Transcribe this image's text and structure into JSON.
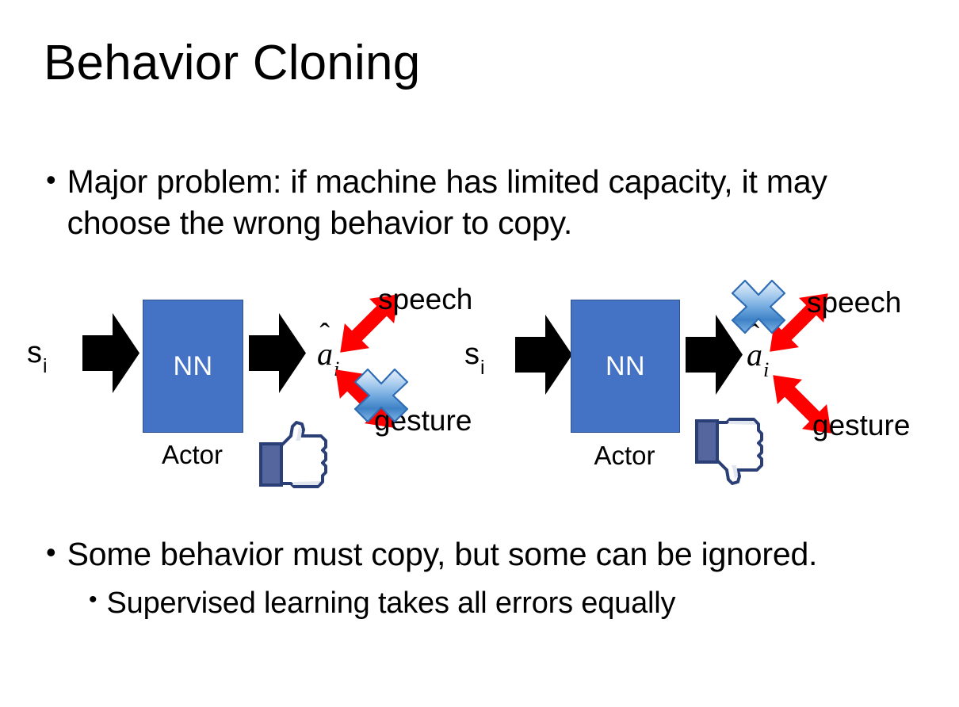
{
  "slide": {
    "title": "Behavior Cloning",
    "background_color": "#FFFFFF",
    "text_color": "#000000"
  },
  "bullets": {
    "marker": "•",
    "top": "Major problem: if machine has limited capacity, it may choose the wrong behavior to copy.",
    "bottom_1": "Some behavior must copy, but some can be ignored.",
    "bottom_2": "Supervised learning takes all errors equally"
  },
  "colors": {
    "nn_box_fill": "#4472C4",
    "nn_box_border": "#2F528F",
    "arrow_black": "#000000",
    "arrow_red": "#FF0000",
    "x_blue_light": "#CDE0F5",
    "x_blue_mid": "#6AA3E0",
    "x_blue_dark": "#2E6DB4",
    "thumb_outline": "#3B5998",
    "thumb_cuff": "#55669E",
    "thumb_fill": "#FFFFFF",
    "thumb_shadow": "#DCE0E8"
  },
  "diagrams": [
    {
      "id": "left",
      "state_label": "s",
      "state_subscript": "i",
      "nn_label": "NN",
      "actor_label": "Actor",
      "action_label": "a",
      "action_subscript": "i",
      "output_top": "speech",
      "output_bottom": "gesture",
      "crossed_out": "gesture",
      "feedback": "thumbs-up"
    },
    {
      "id": "right",
      "state_label": "s",
      "state_subscript": "i",
      "nn_label": "NN",
      "actor_label": "Actor",
      "action_label": "a",
      "action_subscript": "i",
      "output_top": "speech",
      "output_bottom": "gesture",
      "crossed_out": "speech",
      "feedback": "thumbs-down"
    }
  ]
}
